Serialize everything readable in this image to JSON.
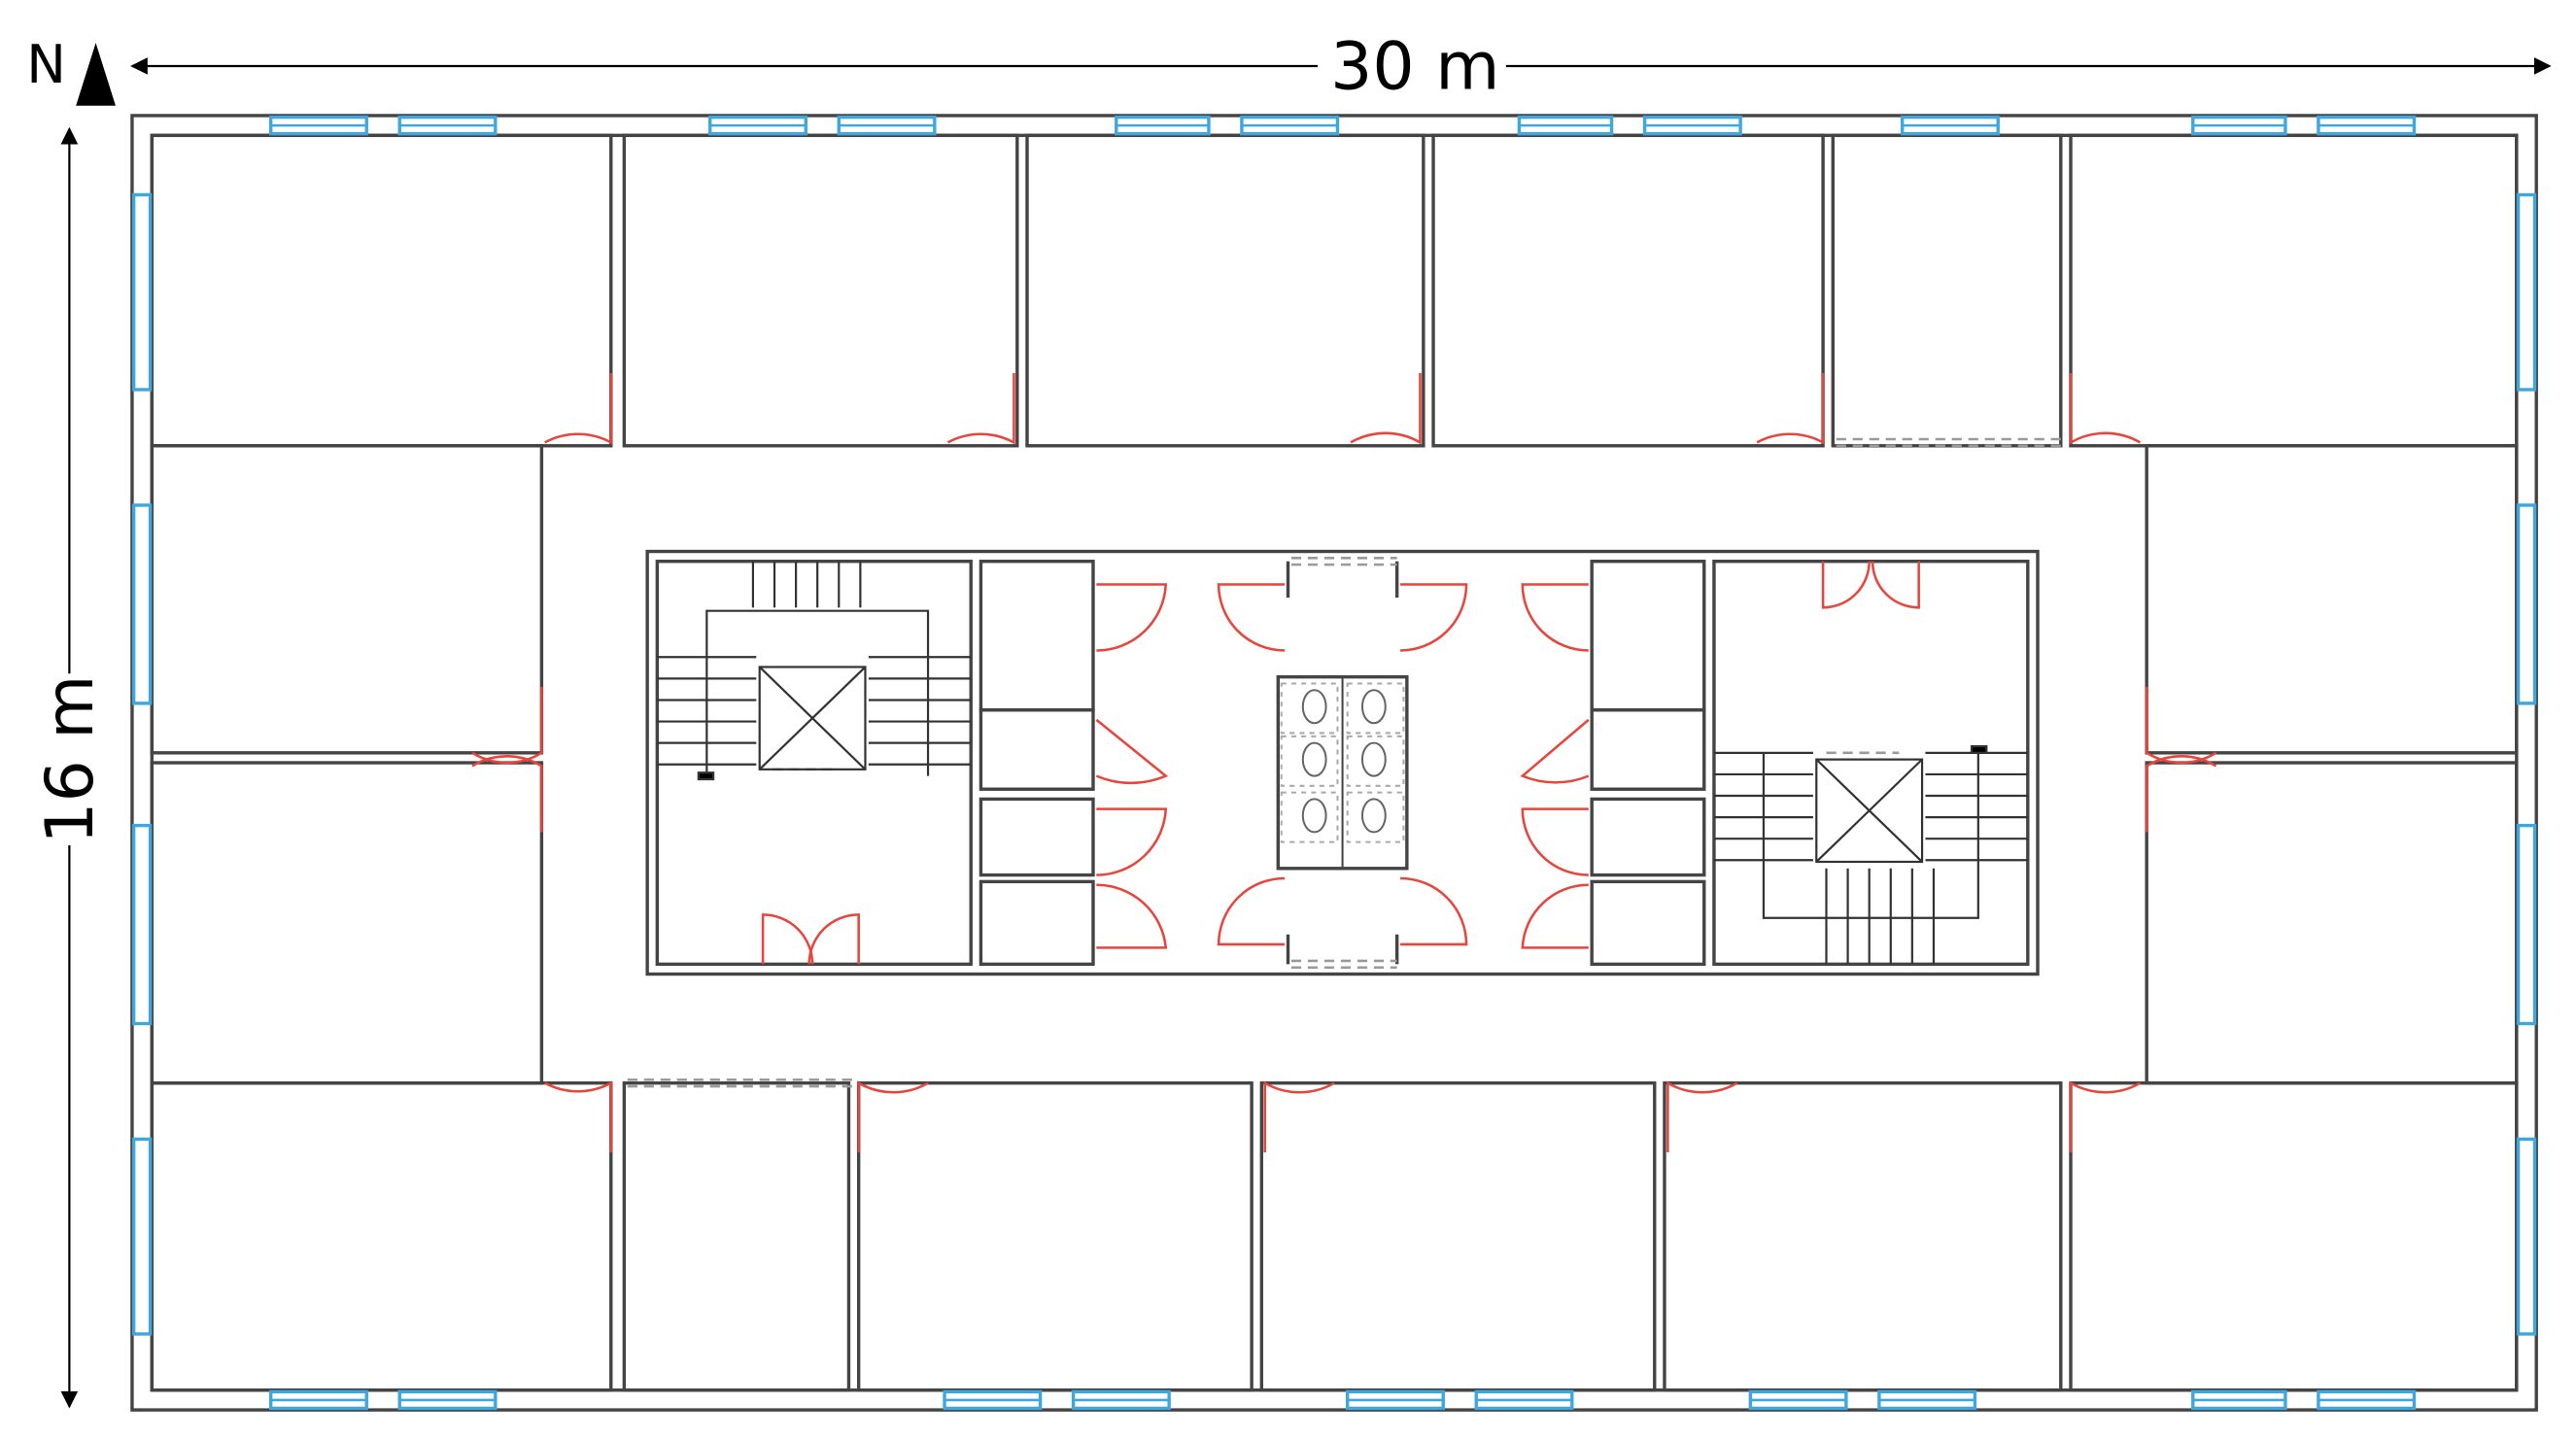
{
  "compass": {
    "letter": "N",
    "icon": "north-arrow-icon"
  },
  "dimensions": {
    "width_label": "30 m",
    "height_label": "16 m"
  },
  "colors": {
    "wall": "#444444",
    "window": "#3fa7e0",
    "door": "#e8453c",
    "opening": "#9a9a9a",
    "fixture": "#777777"
  }
}
